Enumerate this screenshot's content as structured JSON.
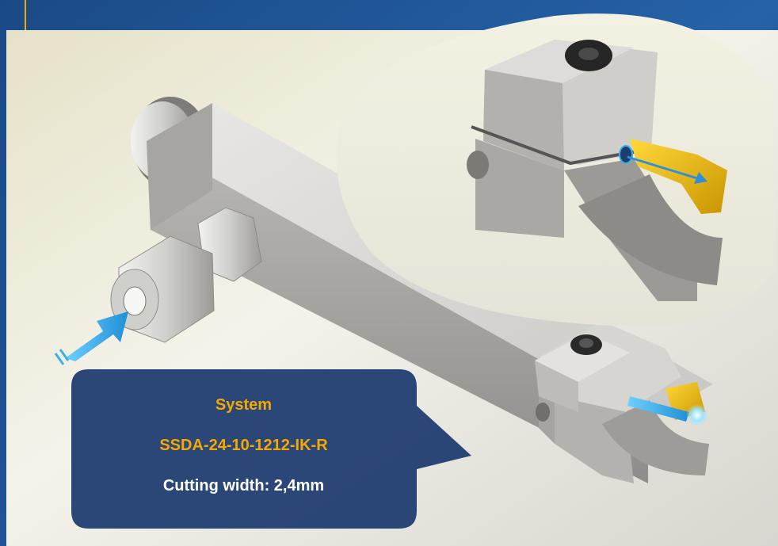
{
  "callout": {
    "line1": "System",
    "line2": "SSDA-24-10-1212-IK-R",
    "line3": "Cutting width: 2,4mm"
  },
  "colors": {
    "background_blue": "#1d4f8c",
    "callout_fill": "#223f73",
    "callout_orange": "#f6a800",
    "insert_yellow": "#e8b800",
    "coolant_arrow": "#3ab0e8",
    "steel_light": "#d8d7d4"
  },
  "icons": [
    "coolant-inlet-arrow-icon",
    "torx-screw-icon",
    "coolant-jet-icon"
  ]
}
